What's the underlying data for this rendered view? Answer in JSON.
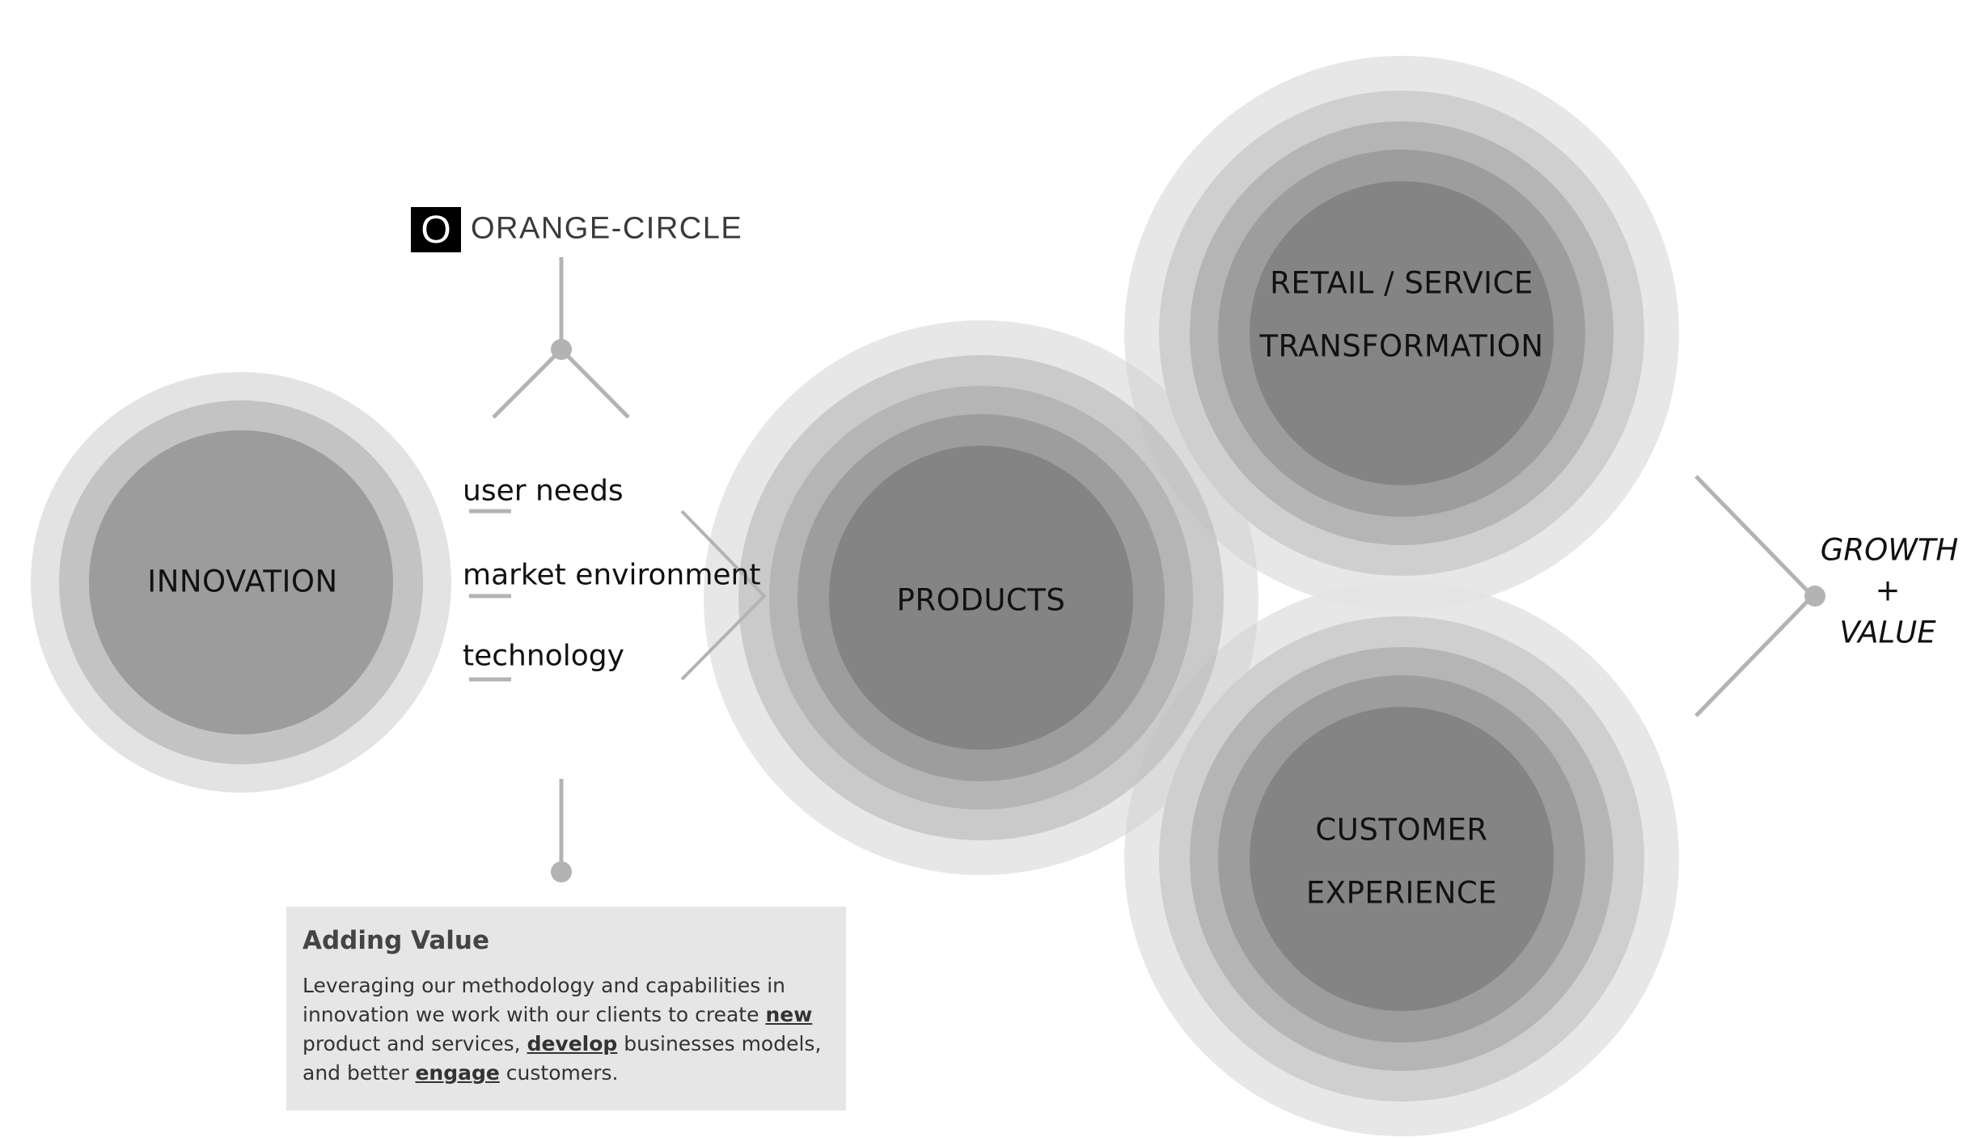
{
  "logo": {
    "mark": "O",
    "name": "ORANGE-CIRCLE"
  },
  "circles": {
    "innovation": "INNOVATION",
    "products": "PRODUCTS",
    "retail_line1": "RETAIL / SERVICE",
    "retail_line2": "TRANSFORMATION",
    "customer_line1": "CUSTOMER",
    "customer_line2": "EXPERIENCE"
  },
  "factors": {
    "user_needs": "user needs",
    "market_environment": "market environment",
    "technology": "technology"
  },
  "outcome": {
    "growth": "GROWTH",
    "plus": "+",
    "value": "VALUE"
  },
  "info_box": {
    "title": "Adding Value",
    "text_1": "Leveraging our methodology and capabilities in innovation we work with our clients to create ",
    "kw_new": "new",
    "text_2": " product and services,  ",
    "kw_develop": "develop",
    "text_3": " businesses models, and better ",
    "kw_engage": "engage",
    "text_4": " customers."
  },
  "colors": {
    "ring_outer": "#e3e3e3",
    "ring_2": "#cfcfcf",
    "ring_3": "#b5b5b5",
    "ring_4": "#9d9d9d",
    "core": "#848484",
    "connector": "#b3b3b3",
    "box_bg": "#e6e6e6"
  }
}
